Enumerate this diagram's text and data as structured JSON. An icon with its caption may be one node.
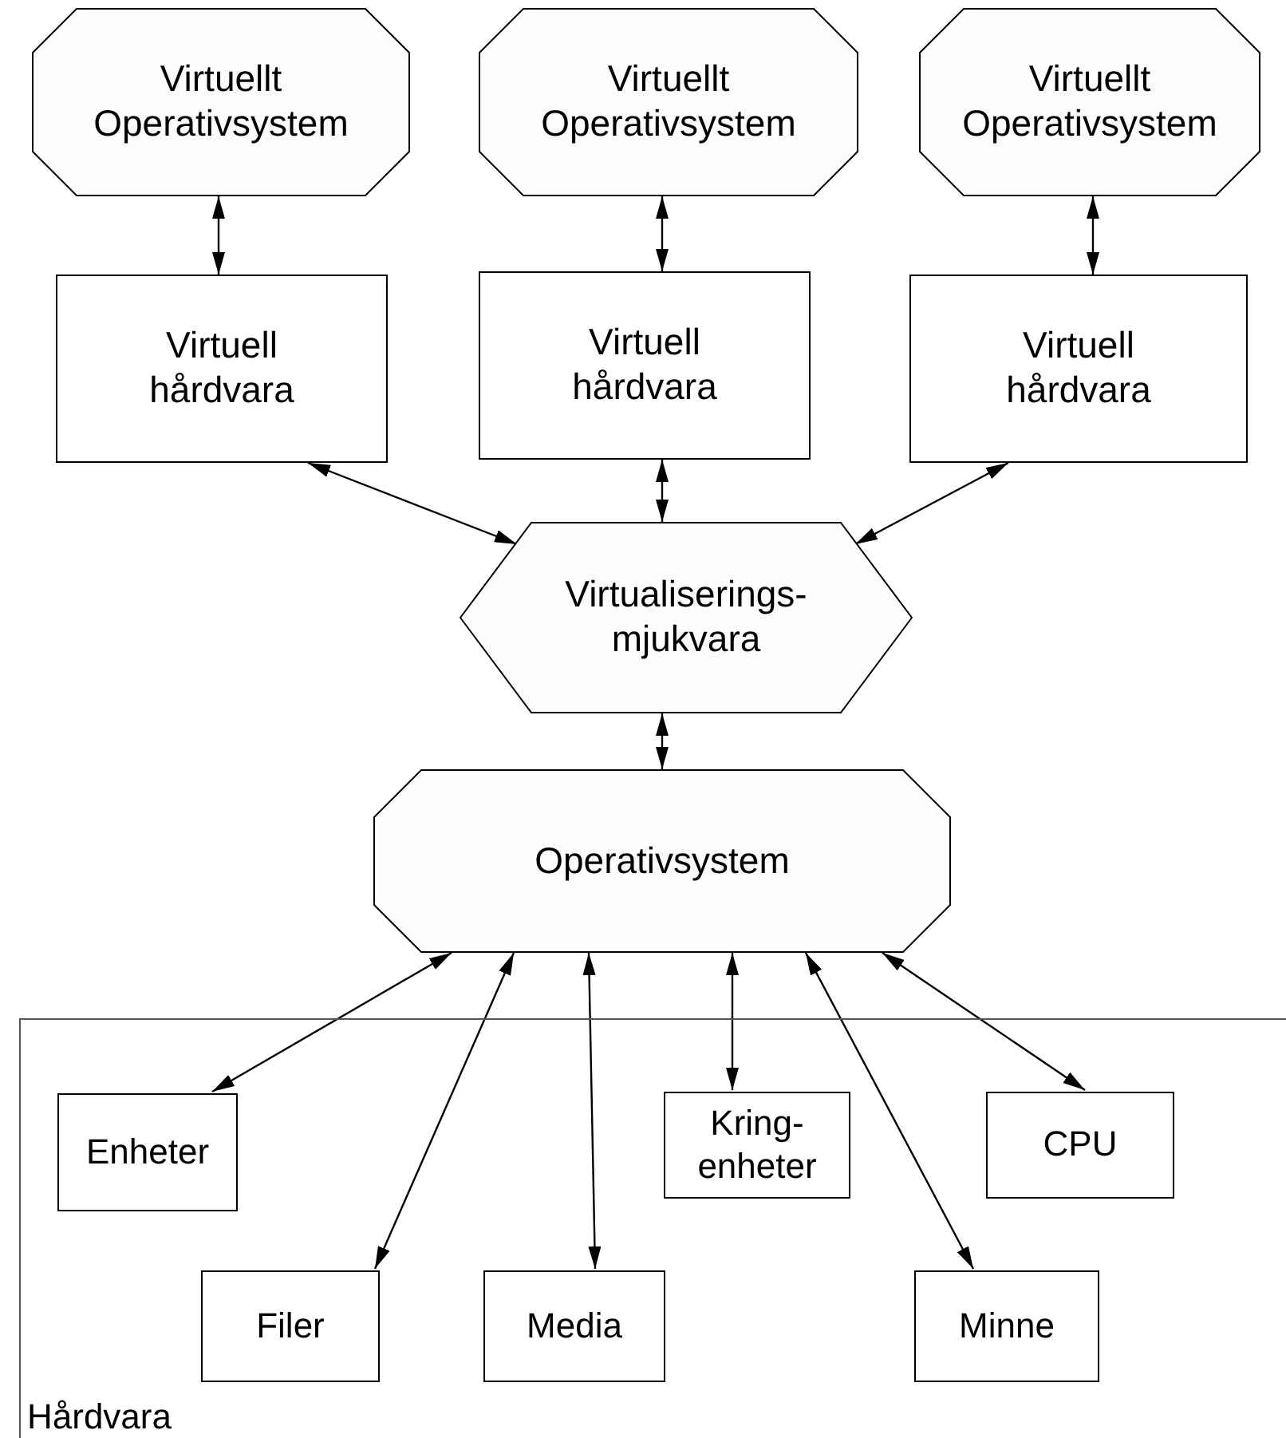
{
  "diagram": {
    "nodes": [
      {
        "text": [
          "Virtuellt Operativsystem"
        ]
      },
      {
        "text": [
          "Virtuellt Operativsystem"
        ]
      },
      {
        "text": [
          "Virtuellt Operativsystem"
        ]
      },
      {
        "text": [
          "Virtuell hårdvara"
        ]
      },
      {
        "text": [
          "Virtuell hårdvara"
        ]
      },
      {
        "text": [
          "Virtuell hårdvara"
        ]
      },
      {
        "text": [
          "Virtualiserings- mjukvara"
        ]
      },
      {
        "text": [
          "Operativsystem"
        ]
      },
      {
        "text": [
          "Hårdvara"
        ]
      },
      {
        "text": [
          "Enheter"
        ],
        "in": 8
      },
      {
        "text": [
          "Kring- enheter"
        ],
        "in": 8
      },
      {
        "text": [
          "CPU"
        ],
        "in": 8
      },
      {
        "text": [
          "Filer"
        ],
        "in": 8
      },
      {
        "text": [
          "Media"
        ],
        "in": 8
      },
      {
        "text": [
          "Minne"
        ],
        "in": 8
      }
    ],
    "edges": [
      {
        "from": 0,
        "to": 3,
        "arrow": "both"
      },
      {
        "from": 1,
        "to": 4,
        "arrow": "both"
      },
      {
        "from": 2,
        "to": 5,
        "arrow": "both"
      },
      {
        "from": 3,
        "to": 6,
        "arrow": "both"
      },
      {
        "from": 4,
        "to": 6,
        "arrow": "both"
      },
      {
        "from": 5,
        "to": 6,
        "arrow": "both"
      },
      {
        "from": 6,
        "to": 7,
        "arrow": "both"
      },
      {
        "from": 7,
        "to": 9,
        "arrow": "both"
      },
      {
        "from": 7,
        "to": 12,
        "arrow": "both"
      },
      {
        "from": 7,
        "to": 13,
        "arrow": "both"
      },
      {
        "from": 7,
        "to": 10,
        "arrow": "both"
      },
      {
        "from": 7,
        "to": 14,
        "arrow": "both"
      },
      {
        "from": 7,
        "to": 11,
        "arrow": "both"
      }
    ]
  }
}
